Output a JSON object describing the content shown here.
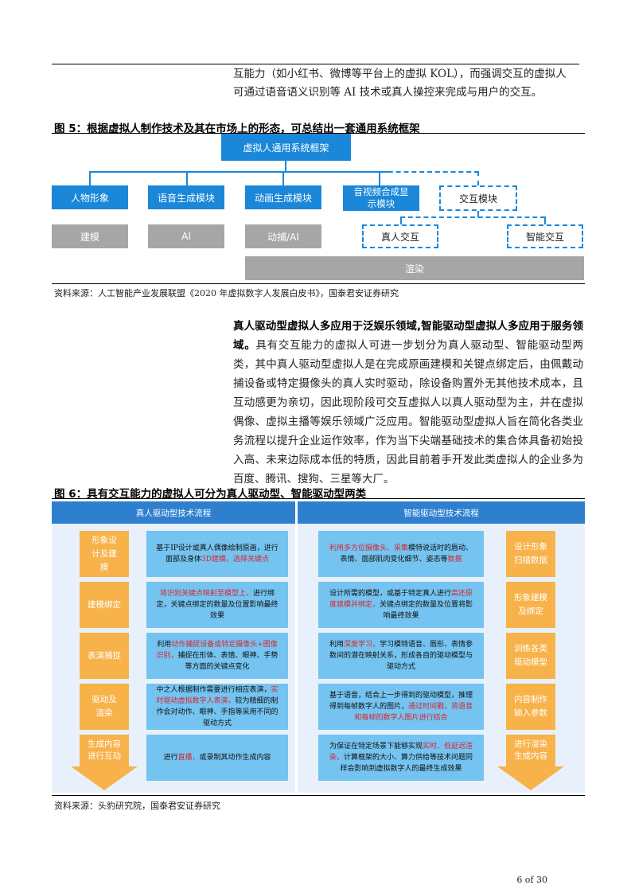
{
  "intro": {
    "line1": "互能力（如小红书、微博等平台上的虚拟 KOL），而强调交互的虚拟人",
    "line2": "可通过语音语义识别等 AI 技术或真人操控来完成与用户的交互。"
  },
  "fig5": {
    "title": "图 5：根据虚拟人制作技术及其在市场上的形态，可总结出一套通用系统框架",
    "root": "虚拟人通用系统框架",
    "modules": [
      "人物形象",
      "语音生成模块",
      "动画生成模块",
      "音视频合成显示模块"
    ],
    "interaction": "交互模块",
    "tech": [
      "建模",
      "AI",
      "动捕/AI"
    ],
    "interaction_children": [
      "真人交互",
      "智能交互"
    ],
    "render": "渲染",
    "source": "资料来源：人工智能产业发展联盟《2020 年虚拟数字人发展白皮书》，国泰君安证券研究"
  },
  "body": {
    "bold": "真人驱动型虚拟人多应用于泛娱乐领域,智能驱动型虚拟人多应用于服务领域。",
    "text": "具有交互能力的虚拟人可进一步划分为真人驱动型、智能驱动型两类，其中真人驱动型虚拟人是在完成原画建模和关键点绑定后，由佩戴动捕设备或特定摄像头的真人实时驱动，除设备购置外无其他技术成本，且互动感更为亲切，因此现阶段可交互虚拟人以真人驱动型为主，并在虚拟偶像、虚拟主播等娱乐领域广泛应用。智能驱动型虚拟人旨在简化各类业务流程以提升企业运作效率，作为当下尖端基础技术的集合体具备初始投入高、未来边际成本低的特质，因此目前着手开发此类虚拟人的企业多为百度、腾讯、搜狗、三星等大厂。"
  },
  "fig6": {
    "title": "图 6：具有交互能力的虚拟人可分为真人驱动型、智能驱动型两类",
    "left_header": "真人驱动型技术流程",
    "right_header": "智能驱动型技术流程",
    "left_steps": [
      "形象设计及建模",
      "建模绑定",
      "表演捕捉",
      "驱动及渲染",
      "生成内容进行互动"
    ],
    "right_steps": [
      "设计形象扫描数据",
      "形象建模及绑定",
      "训练各类驱动模型",
      "内容制作输入参数",
      "进行渲染生成内容"
    ],
    "rows": [
      {
        "left": {
          "pre": "基于IP设计或真人偶像绘制原画，进行面部及身体",
          "red": "3D建模，选择关键点",
          "post": ""
        },
        "right": {
          "pre": "",
          "red": "利用多方位摄像头、采集",
          "post": "模特说话时的唇动、表情、面部肌肉变化细节、姿态等",
          "red2": "数据"
        }
      },
      {
        "left": {
          "pre": "",
          "red": "将识别关键点映射至模型上，",
          "post": "进行绑定，关键点绑定的数量及位置影响最终效果"
        },
        "right": {
          "pre": "设计所需的模型，或基于特定真人进行",
          "red": "高还原度建模并绑定，",
          "post": "关键点绑定的数量及位置将影响最终效果"
        }
      },
      {
        "left": {
          "pre": "利用",
          "red": "动作捕捉设备或特定摄像头+图像识别，",
          "post": "捕捉在形体、表情、眼神、手势等方面的关键点变化"
        },
        "right": {
          "pre": "利用",
          "red": "深度学习，",
          "post": "学习模特语音、唇形、表情参数间的潜在映射关系，形成各自的驱动模型与驱动方式"
        }
      },
      {
        "left": {
          "pre": "中之人根据制作需要进行相应表演，",
          "red": "实时驱动虚拟数字人表演，",
          "post": "较为精细的制作会对动作、眼神、手指等采用不同的驱动方式"
        },
        "right": {
          "pre": "基于语音，结合上一步得到的驱动模型，推理得到每帧数字人的图片，",
          "red": "通过时间戳，将语音和每帧的数字人图片进行结合",
          "post": ""
        }
      },
      {
        "left": {
          "pre": "进行",
          "red": "直播，",
          "post": "或录制其动作生成内容"
        },
        "right": {
          "pre": "为保证在特定场景下能够实现",
          "red": "实时、低延迟渲染，",
          "post": "计算框架的大小、算力供给等技术问题同样会影响到虚拟数字人的最终生成效果"
        }
      }
    ],
    "source": "资料来源：头豹研究院，国泰君安证券研究"
  },
  "footer": {
    "page": "6 of 30"
  }
}
